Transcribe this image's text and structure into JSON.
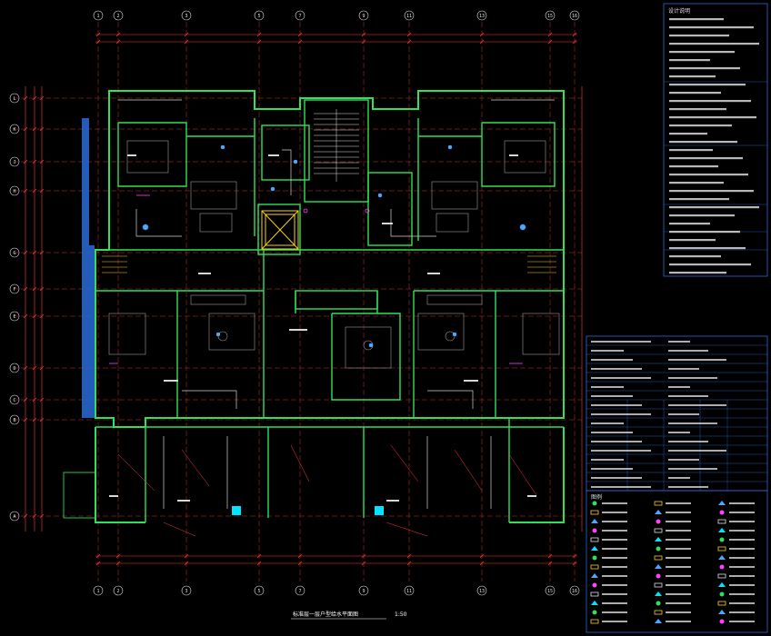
{
  "drawing": {
    "title": "标准层一层户型给水平面图",
    "scale": "1:50"
  },
  "grid_axes": {
    "top": [
      "1",
      "2",
      "3",
      "5",
      "7",
      "9",
      "11",
      "13",
      "15",
      "16"
    ],
    "left": [
      "L",
      "K",
      "J",
      "H",
      "G",
      "F",
      "E",
      "D",
      "C",
      "B",
      "A"
    ]
  },
  "notes_header": "设计说明",
  "legend_header": "图例",
  "colors": {
    "background": "#000000",
    "wall": "#2fe05a",
    "dim": "#ff3a3a",
    "water": "#4aa8ff",
    "pipe": "#d0d0d0",
    "hatch": "#2a6bd8",
    "text": "#e6e6e6",
    "magenta": "#ff40ff",
    "cyan": "#00e5ff",
    "yellow": "#ffd400"
  }
}
